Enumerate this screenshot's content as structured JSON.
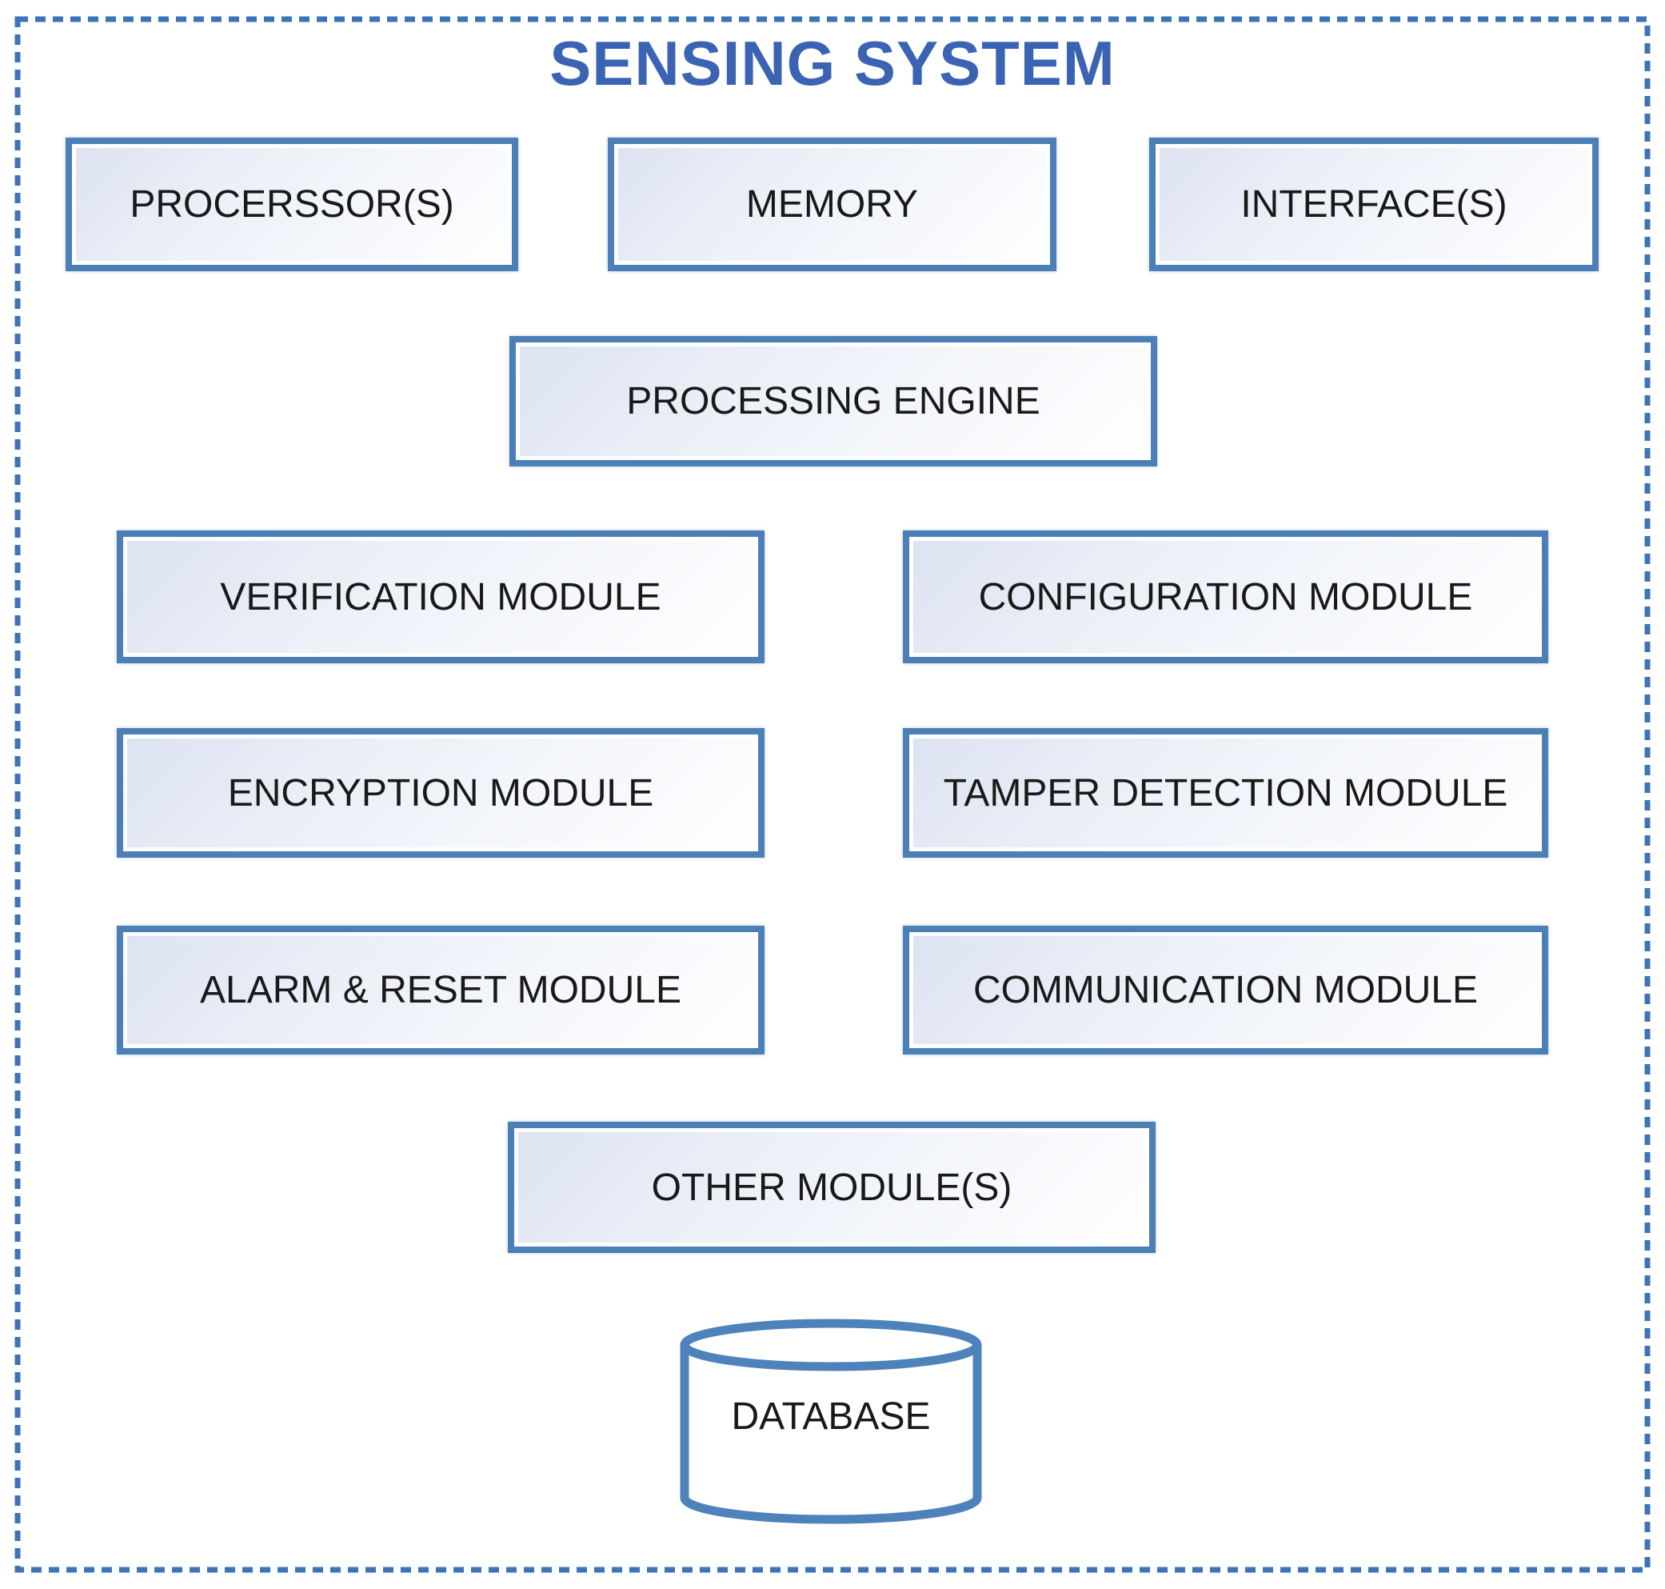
{
  "diagram": {
    "title": "SENSING SYSTEM",
    "nodes": {
      "processors": "PROCERSSOR(S)",
      "memory": "MEMORY",
      "interfaces": "INTERFACE(S)",
      "processing_engine": "PROCESSING ENGINE",
      "verification": "VERIFICATION MODULE",
      "configuration": "CONFIGURATION MODULE",
      "encryption": "ENCRYPTION MODULE",
      "tamper_detection": "TAMPER DETECTION MODULE",
      "alarm_reset": "ALARM & RESET MODULE",
      "communication": "COMMUNICATION MODULE",
      "other_modules": "OTHER MODULE(S)",
      "database": "DATABASE"
    },
    "colors": {
      "box_border": "#4b7fb5",
      "frame_dash": "#3e73b8",
      "title_text": "#3b63b4",
      "label_text": "#191919",
      "box_fill_tint": "#dce3f1",
      "cylinder_stroke": "#4d83ba"
    }
  }
}
